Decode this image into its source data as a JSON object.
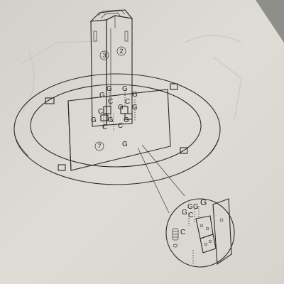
{
  "diagram": {
    "part_numbers": {
      "left_post": "3",
      "right_post": "2",
      "panel": "7"
    },
    "hardware_labels": {
      "g": "G",
      "c": "C"
    }
  },
  "colors": {
    "paper": "#dedcd4",
    "line": "#2a2a2a",
    "shadow": "#9a9a94"
  }
}
